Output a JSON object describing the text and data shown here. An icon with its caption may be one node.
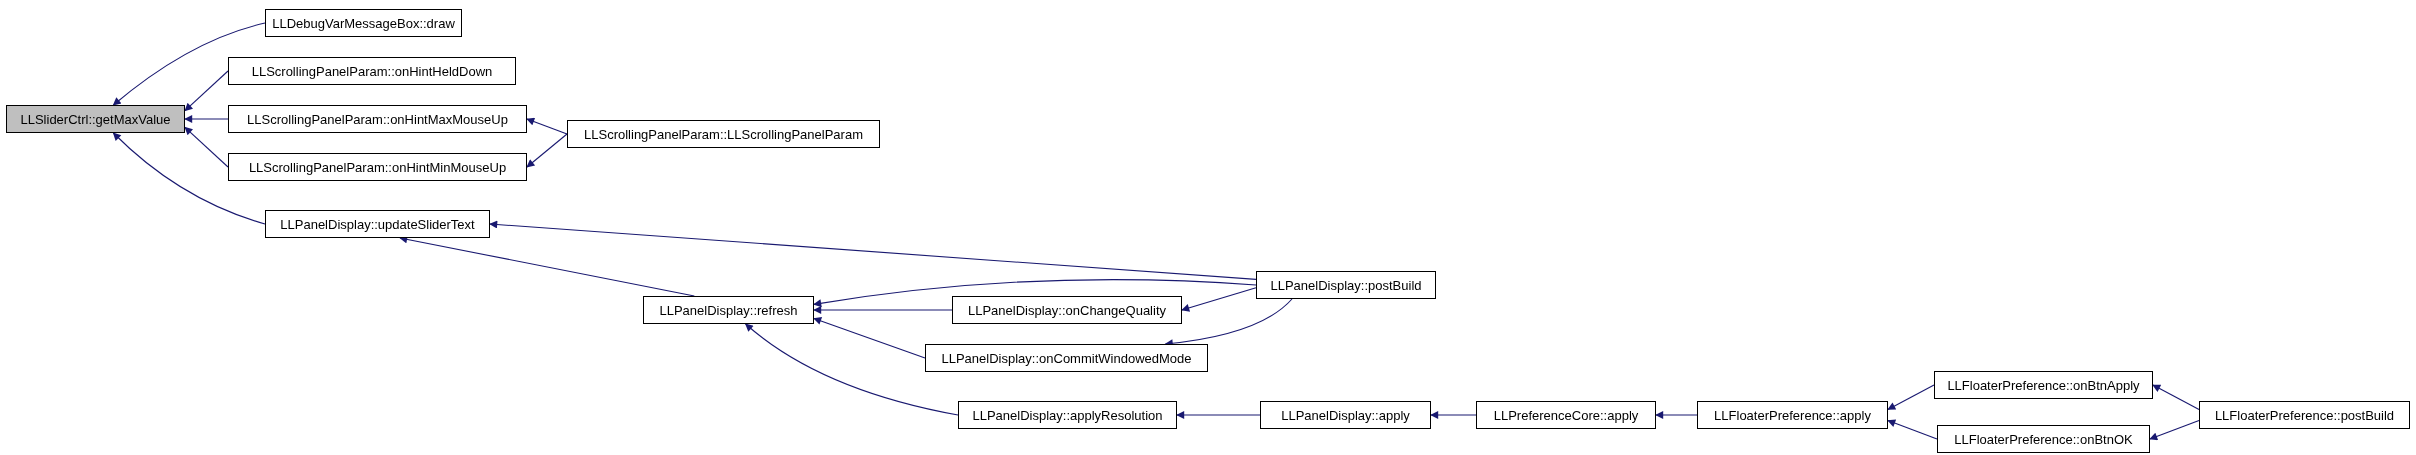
{
  "diagram": {
    "nodes": [
      {
        "text": [
          "LLSliderCtrl::getMaxValue"
        ]
      },
      {
        "text": [
          "LLDebugVarMessageBox::draw"
        ]
      },
      {
        "text": [
          "LLScrollingPanelParam::onHintHeldDown"
        ]
      },
      {
        "text": [
          "LLScrollingPanelParam::onHintMaxMouseUp"
        ]
      },
      {
        "text": [
          "LLScrollingPanelParam::LLScrollingPanelParam"
        ]
      },
      {
        "text": [
          "LLScrollingPanelParam::onHintMinMouseUp"
        ]
      },
      {
        "text": [
          "LLPanelDisplay::updateSliderText"
        ]
      },
      {
        "text": [
          "LLPanelDisplay::postBuild"
        ]
      },
      {
        "text": [
          "LLPanelDisplay::refresh"
        ]
      },
      {
        "text": [
          "LLPanelDisplay::onChangeQuality"
        ]
      },
      {
        "text": [
          "LLPanelDisplay::onCommitWindowedMode"
        ]
      },
      {
        "text": [
          "LLPanelDisplay::applyResolution"
        ]
      },
      {
        "text": [
          "LLPanelDisplay::apply"
        ]
      },
      {
        "text": [
          "LLPreferenceCore::apply"
        ]
      },
      {
        "text": [
          "LLFloaterPreference::apply"
        ]
      },
      {
        "text": [
          "LLFloaterPreference::onBtnApply"
        ]
      },
      {
        "text": [
          "LLFloaterPreference::onBtnOK"
        ]
      },
      {
        "text": [
          "LLFloaterPreference::postBuild"
        ]
      }
    ],
    "edges": [
      {
        "from": 1,
        "to": 0,
        "arrow": "to"
      },
      {
        "from": 2,
        "to": 0,
        "arrow": "to"
      },
      {
        "from": 3,
        "to": 0,
        "arrow": "to"
      },
      {
        "from": 5,
        "to": 0,
        "arrow": "to"
      },
      {
        "from": 6,
        "to": 0,
        "arrow": "to"
      },
      {
        "from": 4,
        "to": 3,
        "arrow": "to"
      },
      {
        "from": 4,
        "to": 5,
        "arrow": "to"
      },
      {
        "from": 7,
        "to": 6,
        "arrow": "to"
      },
      {
        "from": 8,
        "to": 6,
        "arrow": "to"
      },
      {
        "from": 7,
        "to": 8,
        "arrow": "to"
      },
      {
        "from": 9,
        "to": 8,
        "arrow": "to"
      },
      {
        "from": 10,
        "to": 8,
        "arrow": "to"
      },
      {
        "from": 11,
        "to": 8,
        "arrow": "to"
      },
      {
        "from": 7,
        "to": 9,
        "arrow": "to"
      },
      {
        "from": 7,
        "to": 10,
        "arrow": "to"
      },
      {
        "from": 12,
        "to": 11,
        "arrow": "to"
      },
      {
        "from": 13,
        "to": 12,
        "arrow": "to"
      },
      {
        "from": 14,
        "to": 13,
        "arrow": "to"
      },
      {
        "from": 15,
        "to": 14,
        "arrow": "to"
      },
      {
        "from": 16,
        "to": 14,
        "arrow": "to"
      },
      {
        "from": 17,
        "to": 15,
        "arrow": "to"
      },
      {
        "from": 17,
        "to": 16,
        "arrow": "to"
      }
    ]
  }
}
